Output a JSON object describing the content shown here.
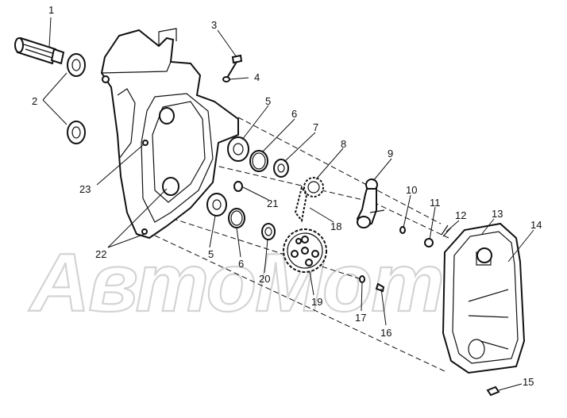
{
  "watermark": {
    "text": "АвтоМото"
  },
  "callouts": [
    {
      "id": "1",
      "label": "1"
    },
    {
      "id": "2",
      "label": "2"
    },
    {
      "id": "3",
      "label": "3"
    },
    {
      "id": "4",
      "label": "4"
    },
    {
      "id": "5a",
      "label": "5"
    },
    {
      "id": "5b",
      "label": "5"
    },
    {
      "id": "6a",
      "label": "6"
    },
    {
      "id": "6b",
      "label": "6"
    },
    {
      "id": "7",
      "label": "7"
    },
    {
      "id": "8",
      "label": "8"
    },
    {
      "id": "9",
      "label": "9"
    },
    {
      "id": "10",
      "label": "10"
    },
    {
      "id": "11",
      "label": "11"
    },
    {
      "id": "12",
      "label": "12"
    },
    {
      "id": "13",
      "label": "13"
    },
    {
      "id": "14",
      "label": "14"
    },
    {
      "id": "15",
      "label": "15"
    },
    {
      "id": "16",
      "label": "16"
    },
    {
      "id": "17",
      "label": "17"
    },
    {
      "id": "18",
      "label": "18"
    },
    {
      "id": "19",
      "label": "19"
    },
    {
      "id": "20",
      "label": "20"
    },
    {
      "id": "21",
      "label": "21"
    },
    {
      "id": "22",
      "label": "22"
    },
    {
      "id": "23",
      "label": "23"
    }
  ]
}
